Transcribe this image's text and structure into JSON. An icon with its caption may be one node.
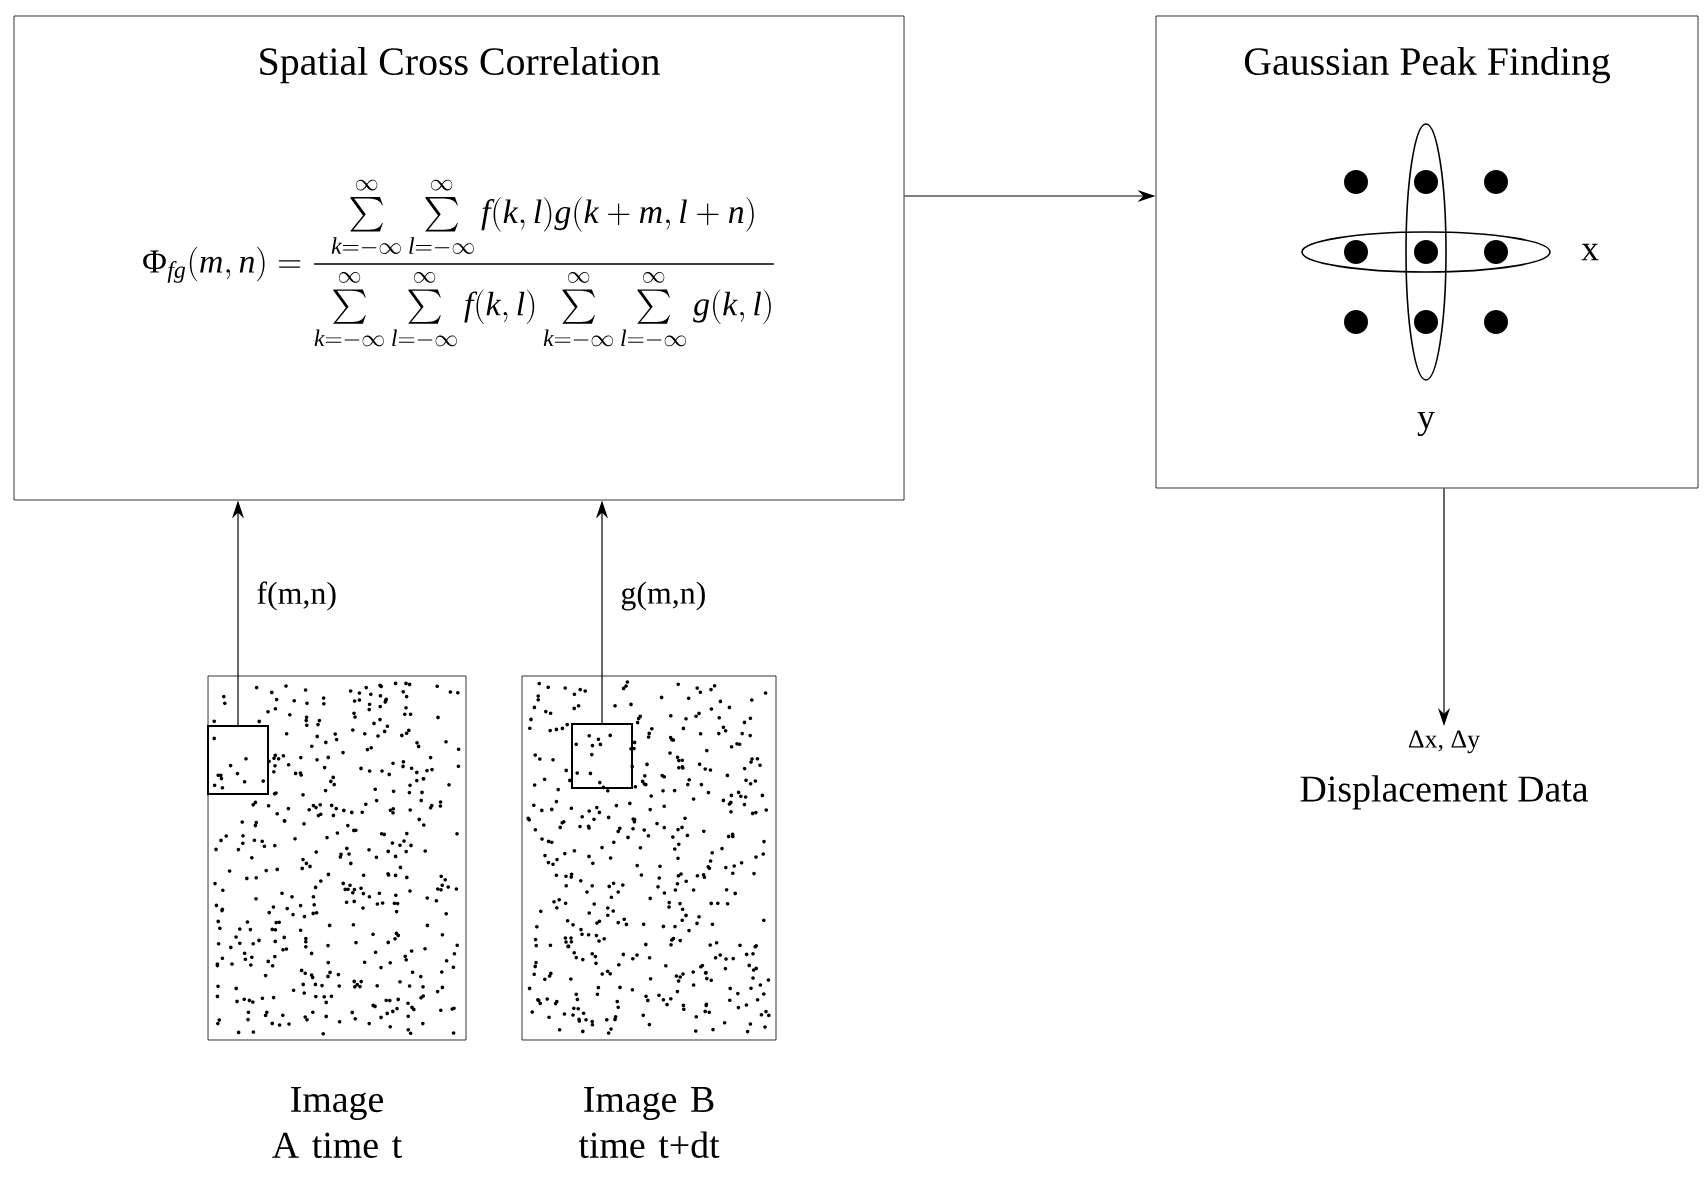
{
  "diagram": {
    "nodes": [
      {
        "text": [
          "Spatial Cross Correlation",
          "\\Phi_{fg}(m,n)=\\dfrac{\\sum\\limits_{k=-\\infty}^{\\infty}\\sum\\limits_{l=-\\infty}^{\\infty}f(k,l)g(k+m,l+n)}{\\sum\\limits_{k=-\\infty}^{\\infty}\\sum\\limits_{l=-\\infty}^{\\infty}f(k,l)\\sum\\limits_{k=-\\infty}^{\\infty}\\sum\\limits_{l=-\\infty}^{\\infty}g(k,l)}"
        ]
      },
      {
        "text": [
          "Gaussian Peak Finding"
        ]
      },
      {
        "text": [],
        "shape": "picture",
        "beside": [
          "Image A time t"
        ]
      },
      {
        "text": [],
        "shape": "box",
        "in": 2
      },
      {
        "text": [],
        "shape": "picture",
        "beside": [
          "Image B time t+dt"
        ]
      },
      {
        "text": [],
        "shape": "box",
        "in": 4
      },
      {
        "text": [
          "Δx, Δy",
          "Displacement Data"
        ]
      }
    ],
    "edges": [
      {
        "from": 3,
        "to": 0,
        "arrow": "to",
        "label": "f(m,n)"
      },
      {
        "from": 5,
        "to": 0,
        "arrow": "to",
        "label": "g(m,n)"
      },
      {
        "from": 0,
        "to": 1,
        "arrow": "to"
      },
      {
        "from": 1,
        "to": 6,
        "arrow": "to"
      }
    ],
    "labels": [
      "x",
      "y"
    ]
  }
}
